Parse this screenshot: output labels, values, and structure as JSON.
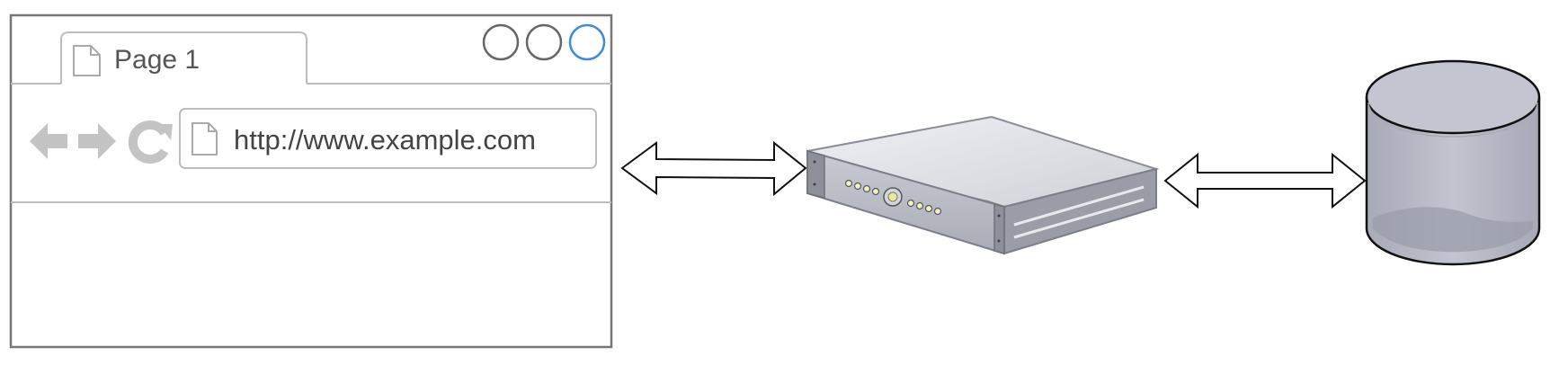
{
  "browser": {
    "tab_title": "Page 1",
    "url": "http://www.example.com",
    "window_controls": [
      "minimize-circle",
      "maximize-circle",
      "close-circle"
    ],
    "colors": {
      "frame": "#777777",
      "chrome_gray": "#bdbdbd",
      "control_circle": "#666666",
      "active_control": "#3b8be0"
    }
  },
  "arrows": [
    {
      "from": "browser",
      "to": "server",
      "style": "double-headed"
    },
    {
      "from": "server",
      "to": "database",
      "style": "double-headed"
    }
  ],
  "server": {
    "icon": "rack-server-icon",
    "colors": {
      "top": "#dcdde3",
      "front": "#b9bcc6",
      "side": "#8e919b"
    }
  },
  "database": {
    "icon": "database-cylinder-icon",
    "colors": {
      "body": "#b6b9c5",
      "top": "#c3c6d0"
    }
  }
}
